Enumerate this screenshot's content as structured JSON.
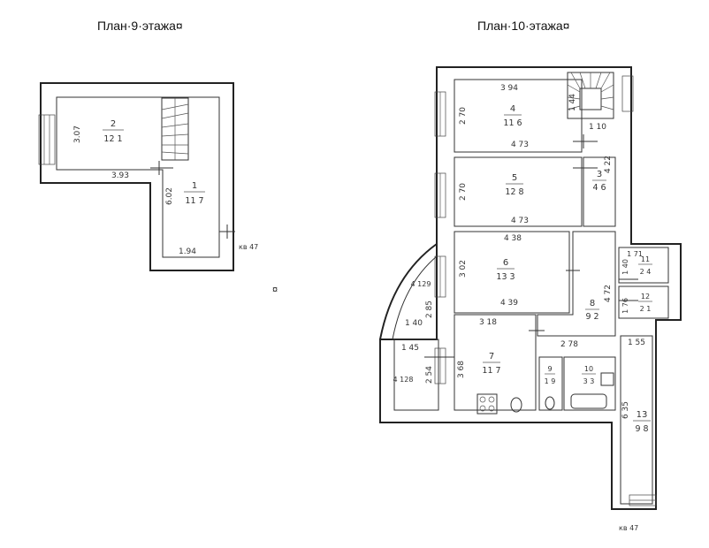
{
  "titles": {
    "floor9": "План·9·этажа¤",
    "floor10": "План·10·этажа¤"
  },
  "separator_mark": "¤",
  "floor9": {
    "rooms": [
      {
        "number": "2",
        "area": "12 1"
      },
      {
        "number": "1",
        "area": "11 7"
      }
    ],
    "dimensions": [
      "3.07",
      "3.93",
      "6.02",
      "1.94"
    ],
    "apartment_label": "кв 47"
  },
  "floor10": {
    "rooms": [
      {
        "number": "4",
        "area": "11 6"
      },
      {
        "number": "5",
        "area": "12 8"
      },
      {
        "number": "3",
        "area": "4 6"
      },
      {
        "number": "6",
        "area": "13 3"
      },
      {
        "number": "8",
        "area": "9 2"
      },
      {
        "number": "7",
        "area": "11 7"
      },
      {
        "number": "9",
        "area": "1 9"
      },
      {
        "number": "10",
        "area": "3 3"
      },
      {
        "number": "11",
        "area": "2 4"
      },
      {
        "number": "12",
        "area": "2 1"
      },
      {
        "number": "13",
        "area": "9 8"
      }
    ],
    "dimensions": [
      "3 94",
      "1 44",
      "2 70",
      "4 73",
      "1 10",
      "4 22",
      "2 70",
      "4 73",
      "4 38",
      "3 02",
      "4 39",
      "4 72",
      "1 71",
      "1 40",
      "1 76",
      "3 18",
      "2 78",
      "1 55",
      "3 68",
      "2 85",
      "1 40",
      "1 45",
      "2 54",
      "6 35"
    ],
    "balcony_areas": [
      "4 129",
      "4 128"
    ],
    "apartment_label": "кв 47"
  }
}
